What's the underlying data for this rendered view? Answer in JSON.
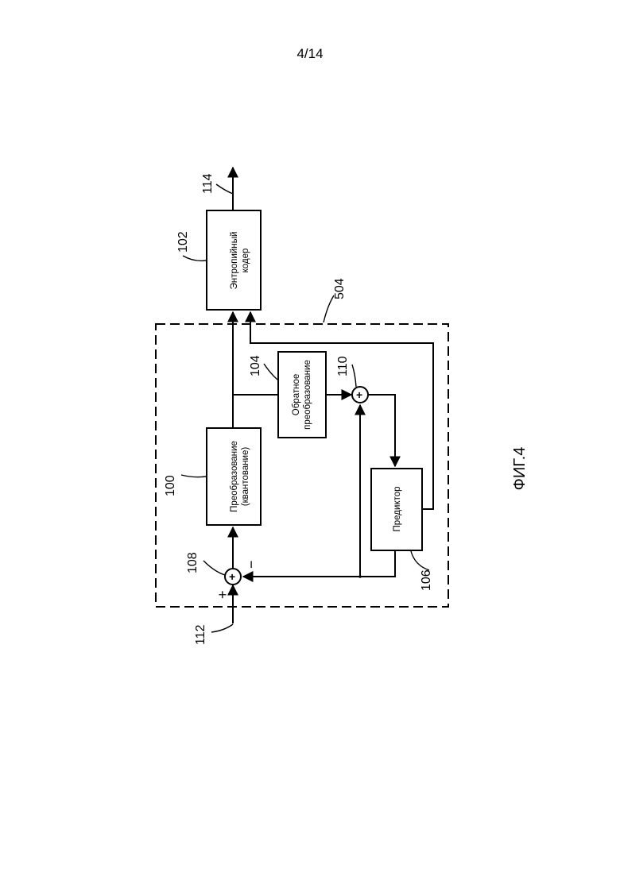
{
  "page": {
    "number": "4/14"
  },
  "figure": {
    "caption": "ФИГ.4"
  },
  "blocks": {
    "entropy_coder": {
      "line1": "Энтропийный",
      "line2": "кодер",
      "ref": "102"
    },
    "transform": {
      "line1": "Преобразование",
      "line2": "(квантование)",
      "ref": "100"
    },
    "inverse_transform": {
      "line1": "Обратное",
      "line2": "преобразование",
      "ref": "104"
    },
    "predictor": {
      "label": "Предиктор",
      "ref": "106"
    },
    "encoder_group": {
      "ref": "504"
    }
  },
  "adders": {
    "input_adder": {
      "ref": "108",
      "symbol": "+",
      "plus_sign": "+",
      "minus_sign": "−"
    },
    "recon_adder": {
      "ref": "110",
      "symbol": "+"
    }
  },
  "signals": {
    "input": "112",
    "output": "114"
  },
  "colors": {
    "ink": "#000000",
    "paper": "#ffffff"
  }
}
